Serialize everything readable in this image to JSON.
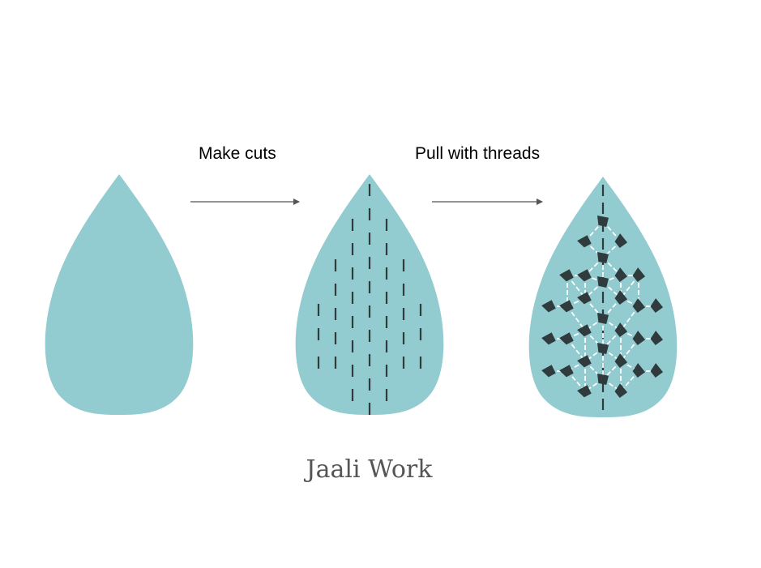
{
  "title": "Jaali Work",
  "steps": [
    {
      "label": "Make cuts"
    },
    {
      "label": "Pull with threads"
    }
  ],
  "colors": {
    "drop_fill": "#92cbd0",
    "cut_stroke": "#2f3b3c",
    "thread_stroke": "#ffffff",
    "arrow": "#555555",
    "title": "#555555"
  },
  "icons": [
    "teardrop-shape",
    "arrow-right-icon",
    "cut-slits",
    "jaali-mesh"
  ]
}
